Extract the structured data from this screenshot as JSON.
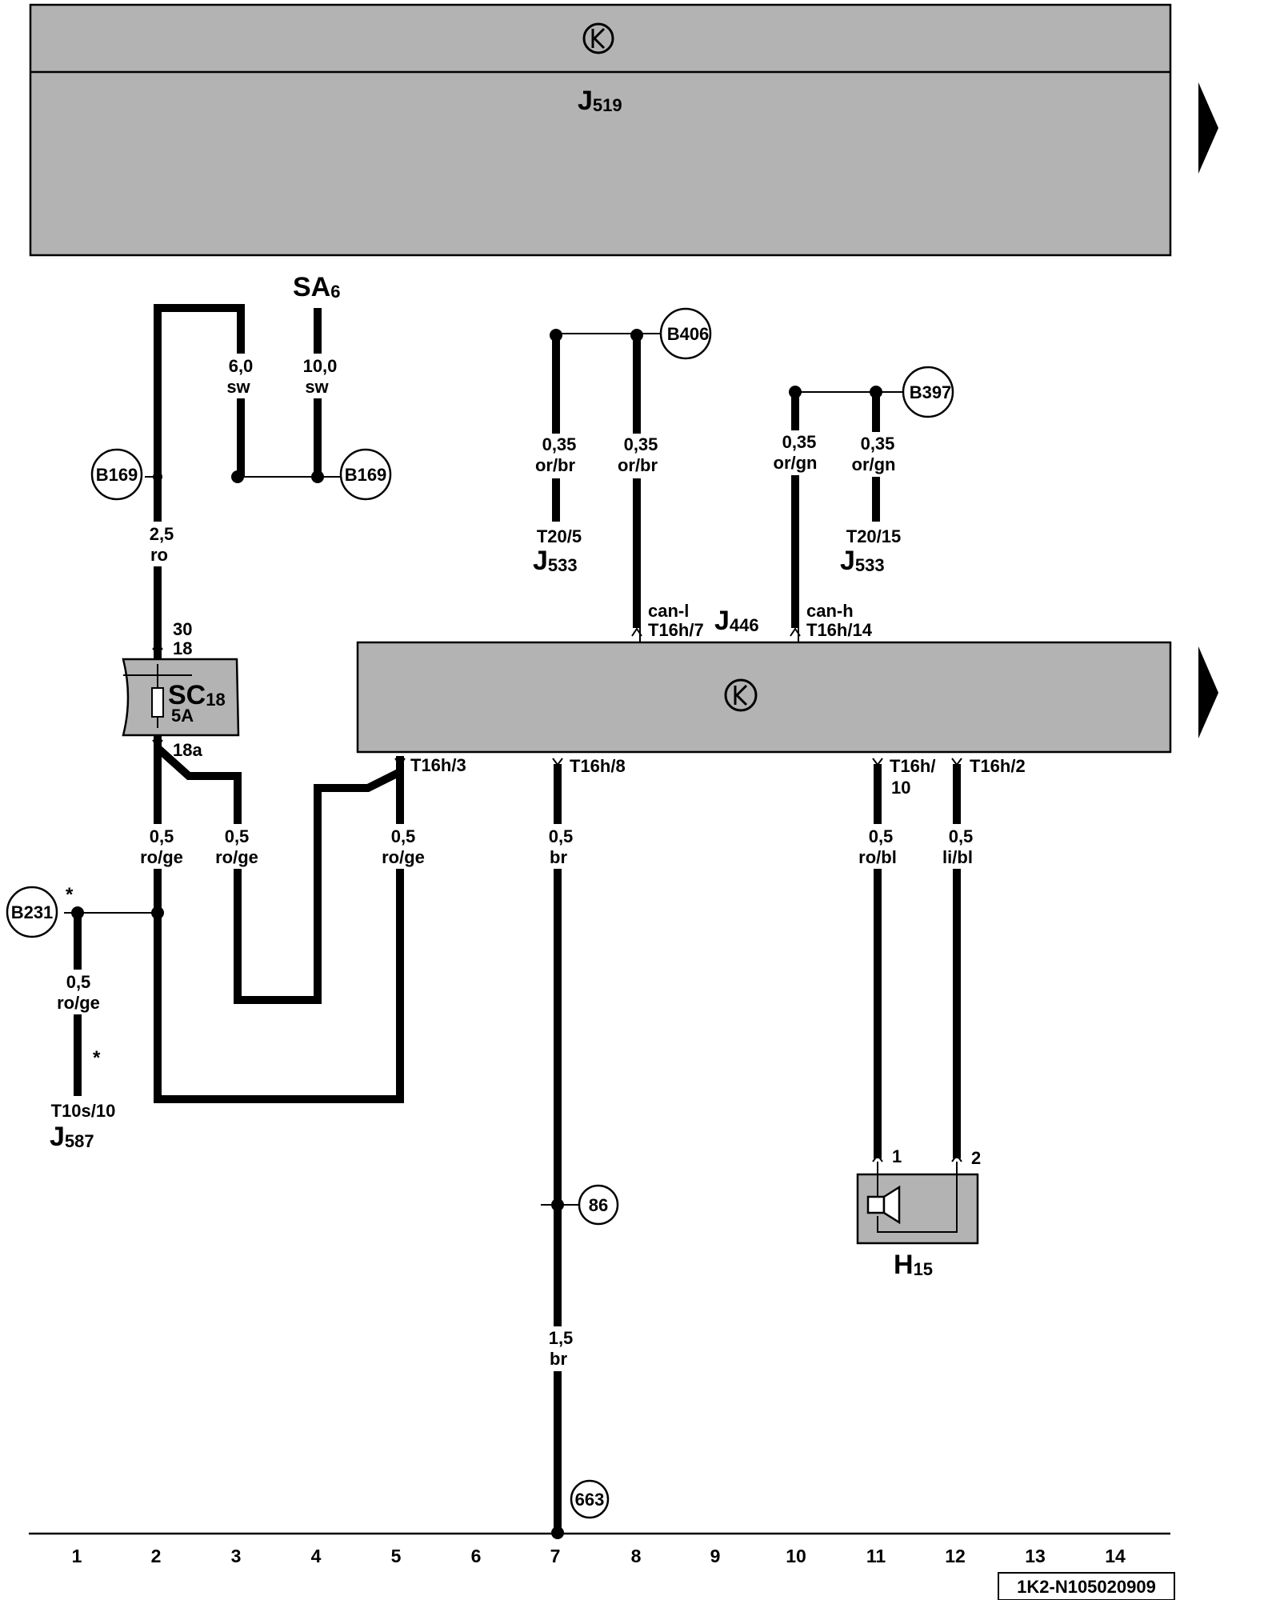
{
  "components": {
    "j519": {
      "letter": "J",
      "sub": "519"
    },
    "j446": {
      "letter": "J",
      "sub": "446"
    },
    "sa6": {
      "letter": "SA",
      "sub": "6"
    },
    "sc18": {
      "letter": "SC",
      "sub": "18",
      "rating": "5A"
    },
    "h15": {
      "letter": "H",
      "sub": "15"
    },
    "j533a": {
      "letter": "J",
      "sub": "533",
      "pin": "T20/5"
    },
    "j533b": {
      "letter": "J",
      "sub": "533",
      "pin": "T20/15"
    },
    "j587": {
      "letter": "J",
      "sub": "587",
      "pin": "T10s/10"
    }
  },
  "wires": {
    "w_sa_6": {
      "size": "6,0",
      "color": "sw"
    },
    "w_sa_10": {
      "size": "10,0",
      "color": "sw"
    },
    "w_fuse_in": {
      "size": "2,5",
      "color": "ro"
    },
    "w_col2": {
      "size": "0,5",
      "color": "ro/ge"
    },
    "w_col3": {
      "size": "0,5",
      "color": "ro/ge"
    },
    "w_col5": {
      "size": "0,5",
      "color": "ro/ge"
    },
    "w_b231": {
      "size": "0,5",
      "color": "ro/ge"
    },
    "w_col7": {
      "size": "0,5",
      "color": "br"
    },
    "w_col7_low": {
      "size": "1,5",
      "color": "br"
    },
    "w_col7a": {
      "size": "0,35",
      "color": "or/br"
    },
    "w_col8": {
      "size": "0,35",
      "color": "or/br"
    },
    "w_col10": {
      "size": "0,35",
      "color": "or/gn"
    },
    "w_col11a": {
      "size": "0,35",
      "color": "or/gn"
    },
    "w_col11": {
      "size": "0,5",
      "color": "ro/bl"
    },
    "w_col12": {
      "size": "0,5",
      "color": "li/bl"
    }
  },
  "pins": {
    "fuse_top_a": "30",
    "fuse_top_b": "18",
    "fuse_bottom": "18a",
    "can_l_sig": "can-l",
    "can_l_pin": "T16h/7",
    "can_h_sig": "can-h",
    "can_h_pin": "T16h/14",
    "t16h3": "T16h/3",
    "t16h8": "T16h/8",
    "t16h10_a": "T16h/",
    "t16h10_b": "10",
    "t16h2": "T16h/2",
    "h15_1": "1",
    "h15_2": "2"
  },
  "refs": {
    "b169_left": "B169",
    "b169_right": "B169",
    "b406": "B406",
    "b397": "B397",
    "b231": "B231",
    "r86": "86",
    "r663": "663"
  },
  "notes": {
    "star1": "*",
    "star2": "*"
  },
  "grid": [
    "1",
    "2",
    "3",
    "4",
    "5",
    "6",
    "7",
    "8",
    "9",
    "10",
    "11",
    "12",
    "13",
    "14"
  ],
  "doc_id": "1K2-N105020909"
}
